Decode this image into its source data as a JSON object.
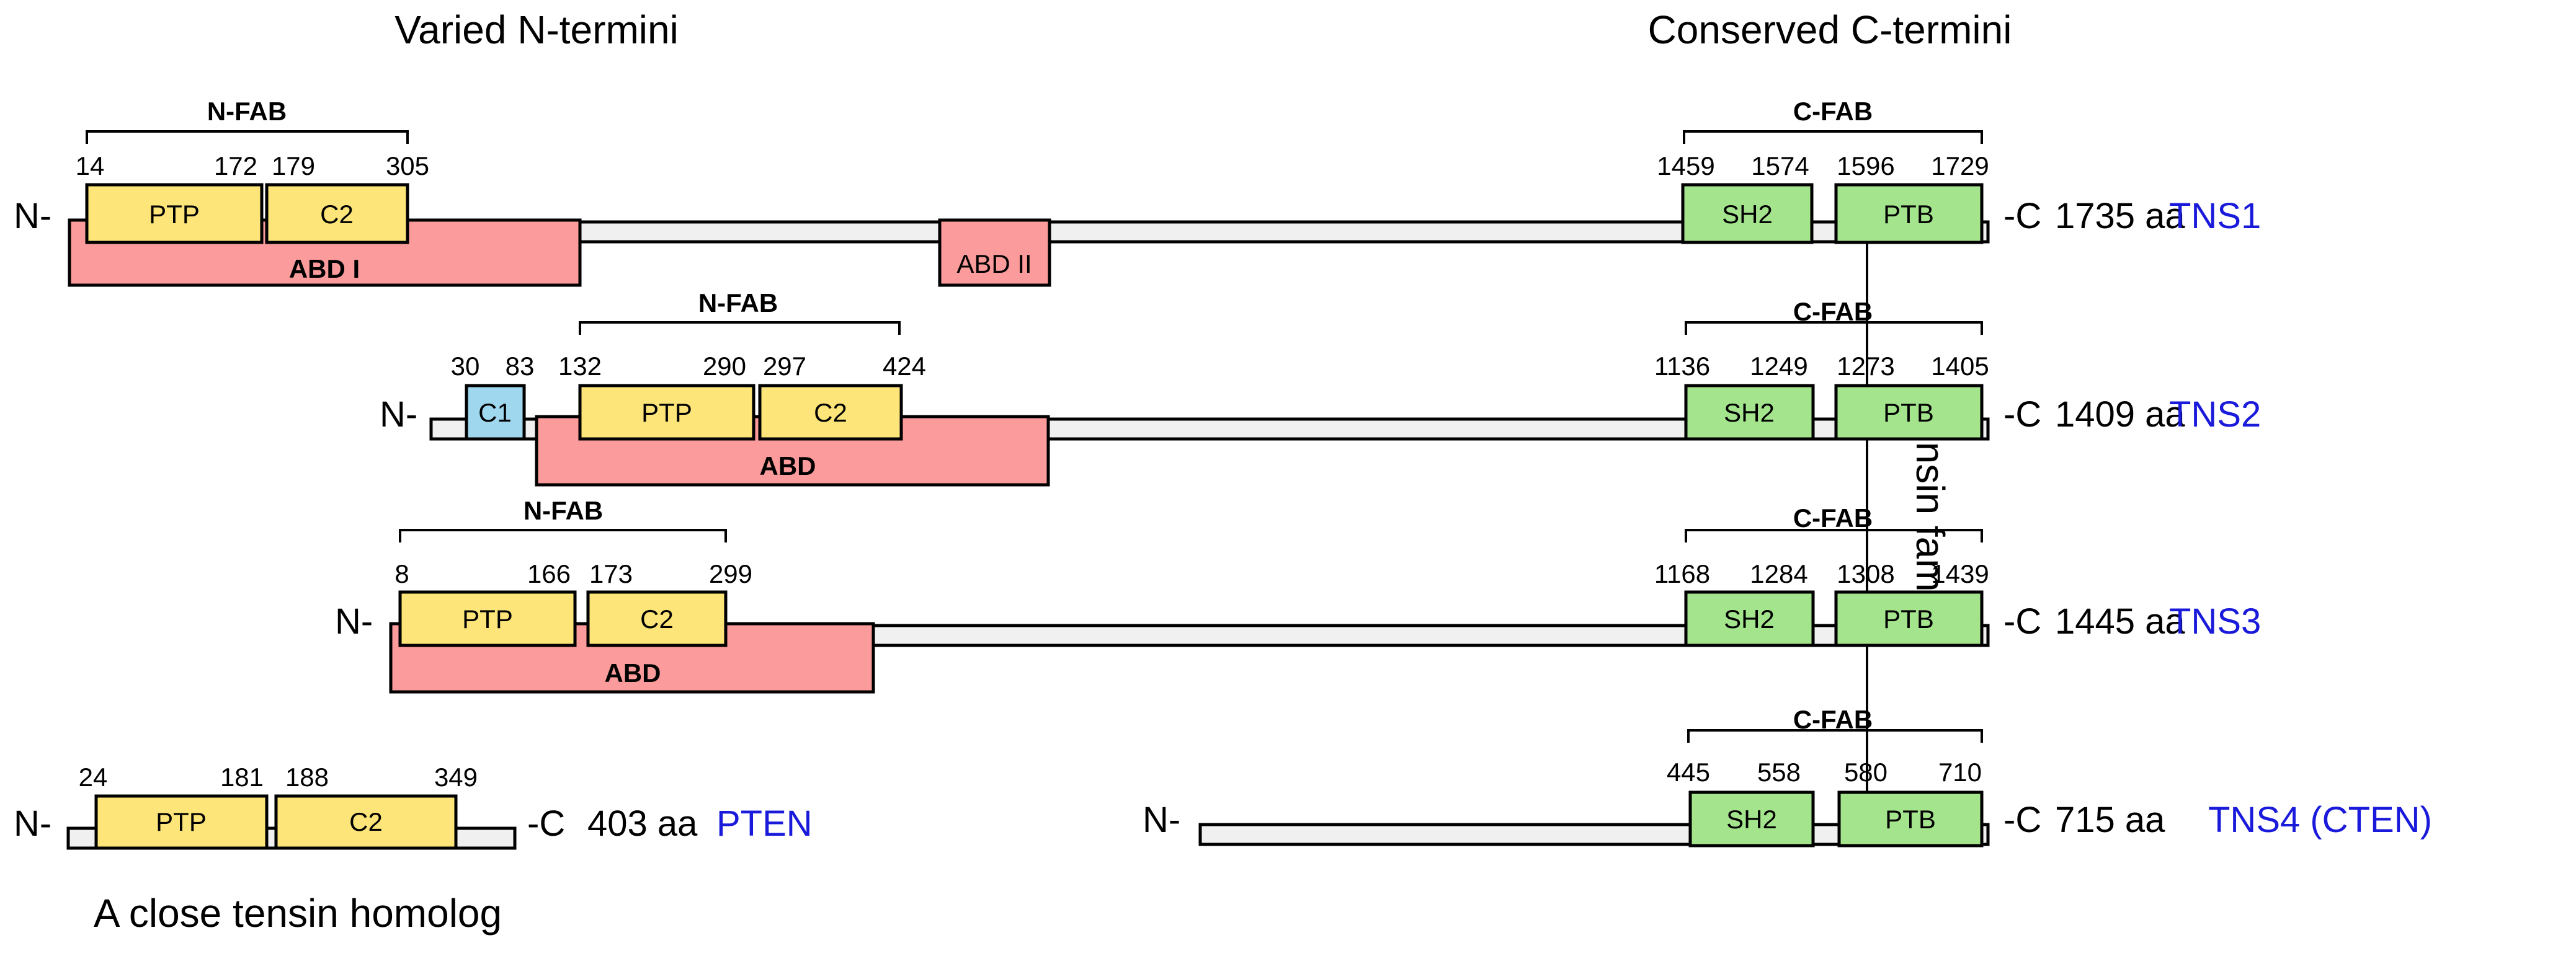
{
  "headers": {
    "left": "Varied N-termini",
    "right": "Conserved C-termini",
    "family": "Tensin family",
    "homolog": "A close tensin homolog"
  },
  "colors": {
    "ptp_c2": "#fde57a",
    "abd": "#fc9b9b",
    "sh2_ptb": "#a3e48d",
    "c1": "#9fd7ef",
    "protein_name": "#1a1adb"
  },
  "terminal_labels": {
    "n": "N-",
    "c": "-C"
  },
  "rows": [
    {
      "id": "tns1",
      "name": "TNS1",
      "length": "1735 aa",
      "n_fab": {
        "label": "N-FAB",
        "numbers": [
          "14",
          "172",
          "179",
          "305"
        ]
      },
      "c_fab": {
        "label": "C-FAB",
        "numbers": [
          "1459",
          "1574",
          "1596",
          "1729"
        ]
      },
      "domains": [
        "PTP",
        "C2",
        "SH2",
        "PTB"
      ],
      "abd": [
        "ABD I",
        "ABD II"
      ]
    },
    {
      "id": "tns2",
      "name": "TNS2",
      "length": "1409 aa",
      "c1": {
        "label": "C1",
        "numbers": [
          "30",
          "83"
        ]
      },
      "n_fab": {
        "label": "N-FAB",
        "numbers": [
          "132",
          "290",
          "297",
          "424"
        ]
      },
      "c_fab": {
        "label": "C-FAB",
        "numbers": [
          "1136",
          "1249",
          "1273",
          "1405"
        ]
      },
      "domains": [
        "PTP",
        "C2",
        "SH2",
        "PTB"
      ],
      "abd": [
        "ABD"
      ]
    },
    {
      "id": "tns3",
      "name": "TNS3",
      "length": "1445 aa",
      "n_fab": {
        "label": "N-FAB",
        "numbers": [
          "8",
          "166",
          "173",
          "299"
        ]
      },
      "c_fab": {
        "label": "C-FAB",
        "numbers": [
          "1168",
          "1284",
          "1308",
          "1439"
        ]
      },
      "domains": [
        "PTP",
        "C2",
        "SH2",
        "PTB"
      ],
      "abd": [
        "ABD"
      ]
    },
    {
      "id": "tns4",
      "name": "TNS4 (CTEN)",
      "length": "715 aa",
      "c_fab": {
        "label": "C-FAB",
        "numbers": [
          "445",
          "558",
          "580",
          "710"
        ]
      },
      "domains": [
        "SH2",
        "PTB"
      ]
    },
    {
      "id": "pten",
      "name": "PTEN",
      "length": "403 aa",
      "numbers": [
        "24",
        "181",
        "188",
        "349"
      ],
      "domains": [
        "PTP",
        "C2"
      ]
    }
  ]
}
